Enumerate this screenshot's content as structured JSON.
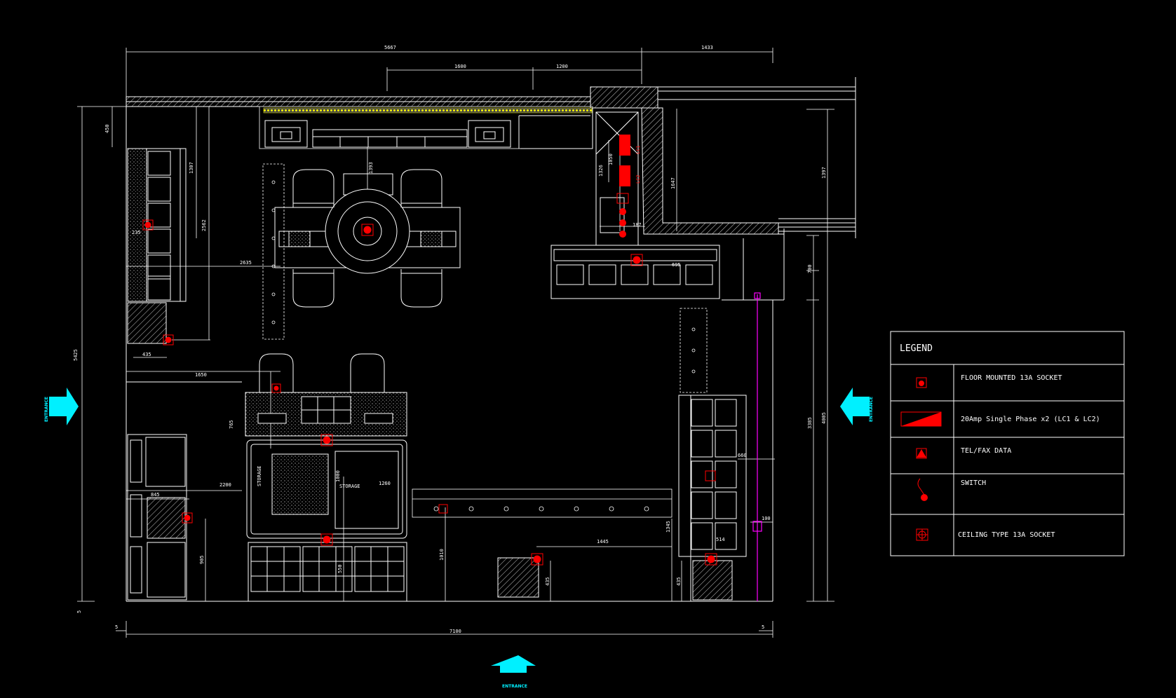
{
  "colors": {
    "background": "#000000",
    "line": "#ffffff",
    "socket": "#ff0000",
    "accent_cyan": "#00f0ff",
    "yellow": "#ffff00",
    "magenta": "#ff00ff"
  },
  "dimensions": {
    "top_overall": "5667",
    "top_right": "1433",
    "top_mid_a": "1600",
    "top_mid_b": "1200",
    "left_overall": "5425",
    "right_inner": "4005",
    "right_lower": "3385",
    "right_upper": "1397",
    "bottom_overall": "7100",
    "bottom_left_5": "5",
    "bottom_right_5": "5",
    "left_5": "5",
    "top_left_450": "450",
    "shelf_1307": "1307",
    "shelf_2562": "2562",
    "shelf_235": "235",
    "shelf_435": "435",
    "d_2635": "2635",
    "d_1393": "1393",
    "d_1650": "1650",
    "d_765": "765",
    "d_2200": "2200",
    "d_845": "845",
    "d_905": "905",
    "d_1260": "1260",
    "d_1000": "1000",
    "d_550": "550",
    "d_1010": "1010",
    "d_435b": "435",
    "d_1445": "1445",
    "d_1345": "1345",
    "d_435c": "435",
    "d_660": "660",
    "d_100": "100",
    "d_514": "514",
    "d_1050": "1050",
    "d_1326": "1326",
    "d_1647": "1647",
    "d_187": "187",
    "d_695": "695",
    "d_700": "700"
  },
  "labels": {
    "storage_1": "STORAGE",
    "storage_2": "STORAGE",
    "entrance_left": "ENTRANCE",
    "entrance_right": "ENTRANCE",
    "entrance_bottom": "ENTRANCE",
    "lc_1": "LC1",
    "lc_2": "LC2"
  },
  "legend": {
    "title": "LEGEND",
    "items": [
      {
        "icon": "floor-mounted-socket-icon",
        "label": "FLOOR MOUNTED 13A SOCKET"
      },
      {
        "icon": "single-phase-icon",
        "label": "20Amp Single Phase x2 (LC1 & LC2)"
      },
      {
        "icon": "tel-fax-data-icon",
        "label": "TEL/FAX DATA"
      },
      {
        "icon": "switch-icon",
        "label": "SWITCH"
      },
      {
        "icon": "ceiling-socket-icon",
        "label": "CEILING TYPE 13A SOCKET"
      }
    ]
  }
}
